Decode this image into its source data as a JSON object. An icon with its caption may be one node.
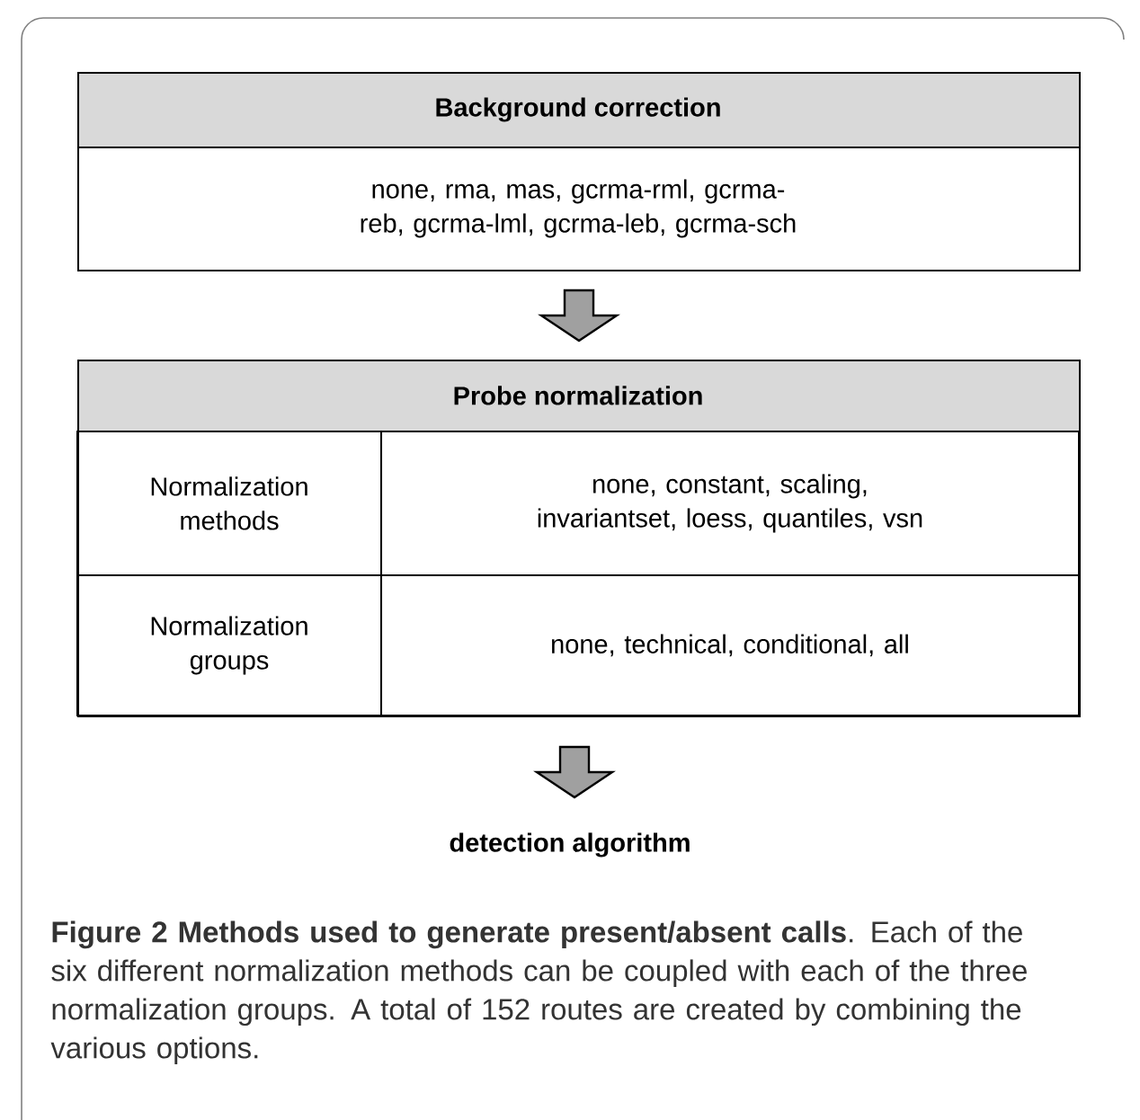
{
  "diagram": {
    "nodes": [
      {
        "text": [
          "Background correction",
          "none, rma, mas, gcrma-rml, gcrma-reb, gcrma-lml, gcrma-leb, gcrma-sch"
        ]
      },
      {
        "text": [
          "Probe normalization"
        ]
      },
      {
        "text": [
          "Normalization methods"
        ],
        "in": 1
      },
      {
        "text": [
          "none, constant, scaling, invariantset, loess, quantiles, vsn"
        ],
        "in": 1
      },
      {
        "text": [
          "Normalization groups"
        ],
        "in": 1
      },
      {
        "text": [
          "none, technical, conditional, all"
        ],
        "in": 1
      },
      {
        "text": [
          "detection algorithm"
        ]
      }
    ],
    "edges": [
      {
        "from": 0,
        "to": 1,
        "arrow": "to"
      },
      {
        "from": 1,
        "to": 6,
        "arrow": "to"
      }
    ],
    "caption": "**Figure 2 Methods used to generate present/absent calls**. Each of the six different normalization methods can be coupled with each of the three normalization groups. A total of 152 routes are created by combining the various options."
  }
}
